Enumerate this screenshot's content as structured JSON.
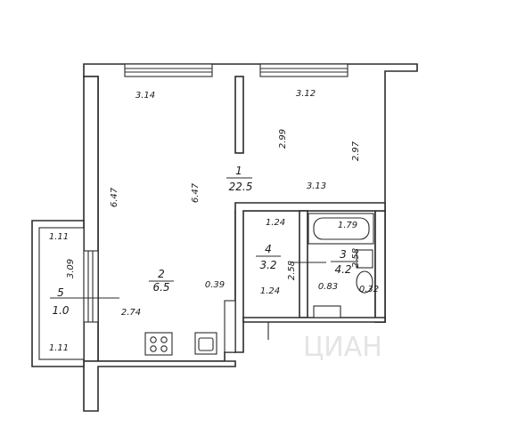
{
  "rooms": [
    {
      "number": "1",
      "area": "22.5"
    },
    {
      "number": "2",
      "area": "6.5"
    },
    {
      "number": "3",
      "area": "4.2"
    },
    {
      "number": "4",
      "area": "3.2"
    },
    {
      "number": "5",
      "area": "1.0"
    }
  ],
  "dimensions": [
    "3.14",
    "3.12",
    "2.99",
    "2.97",
    "6.47",
    "6.47",
    "3.13",
    "1.24",
    "1.79",
    "2.58",
    "2.58",
    "1.24",
    "0.83",
    "0.32",
    "0.39",
    "2.74",
    "1.11",
    "3.09",
    "1.11"
  ],
  "watermark": "ЦИАН",
  "colors": {
    "wall": "#2b2b2b",
    "background": "#ffffff",
    "watermark": "#e4e4e4"
  },
  "icons": [
    "stove-icon",
    "sink-icon",
    "bathtub-icon",
    "toilet-icon",
    "window-icon"
  ]
}
